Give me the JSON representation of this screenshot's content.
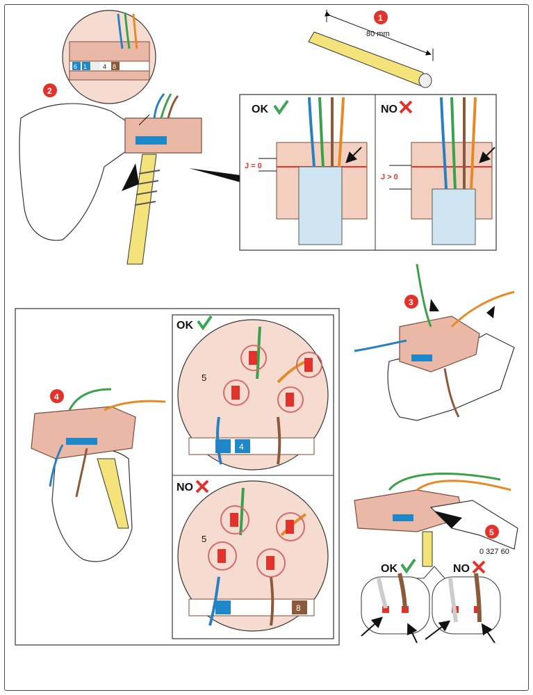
{
  "steps": [
    "1",
    "2",
    "3",
    "4",
    "5"
  ],
  "step1": {
    "length_label": "80 mm"
  },
  "step2": {
    "ok_label": "OK",
    "no_label": "NO",
    "j_zero_label": "J = 0",
    "j_positive_label": "J > 0",
    "strip_numbers": [
      "6",
      "1",
      "4",
      "8"
    ]
  },
  "step4": {
    "ok_label": "OK",
    "no_label": "NO",
    "strip_numbers": [
      "5",
      "4",
      "8"
    ]
  },
  "step5": {
    "ok_label": "OK",
    "no_label": "NO",
    "tool_reference": "0 327 60"
  },
  "colors": {
    "step_badge": "#e1322b",
    "ok_check": "#3aa655",
    "no_cross": "#e1322b",
    "connector": "#e9b8a6",
    "connector_dark": "#b47a68",
    "cable_yellow": "#f4e27a",
    "wire_blue": "#2a7fc1",
    "wire_green": "#3aa04a",
    "wire_orange": "#e58a24",
    "wire_brown": "#8a5a3a",
    "sleeve": "#cfe6f2",
    "strip_blue": "#1e88c8"
  }
}
